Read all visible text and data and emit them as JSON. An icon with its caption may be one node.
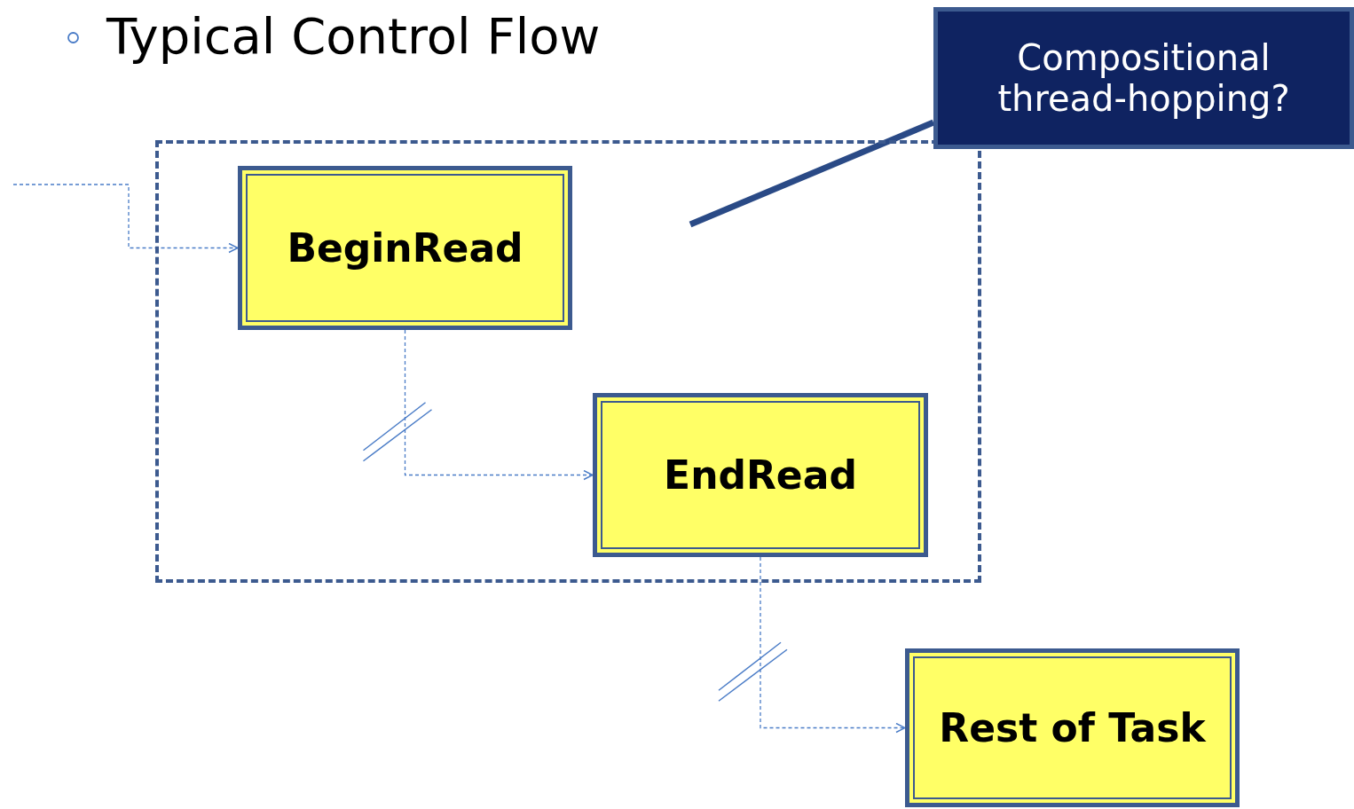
{
  "diagram": {
    "title": "Typical Control Flow",
    "nodes": [
      {
        "text": [],
        "shape": "box"
      },
      {
        "text": [
          "BeginRead"
        ],
        "in": 0
      },
      {
        "text": [
          "EndRead"
        ],
        "in": 0
      },
      {
        "text": [
          "Rest of Task"
        ]
      },
      {
        "text": [
          "Compositional thread-hopping?"
        ]
      }
    ],
    "edges": [
      {
        "from": null,
        "to": 1,
        "arrow": "to",
        "style": "dashed"
      },
      {
        "from": 1,
        "to": 2,
        "arrow": "to",
        "style": "dashed"
      },
      {
        "from": 2,
        "to": 3,
        "arrow": "to",
        "style": "dashed"
      },
      {
        "from": 4,
        "to": null,
        "arrow": "none",
        "style": "thick",
        "color": "#2a4a86"
      }
    ]
  }
}
